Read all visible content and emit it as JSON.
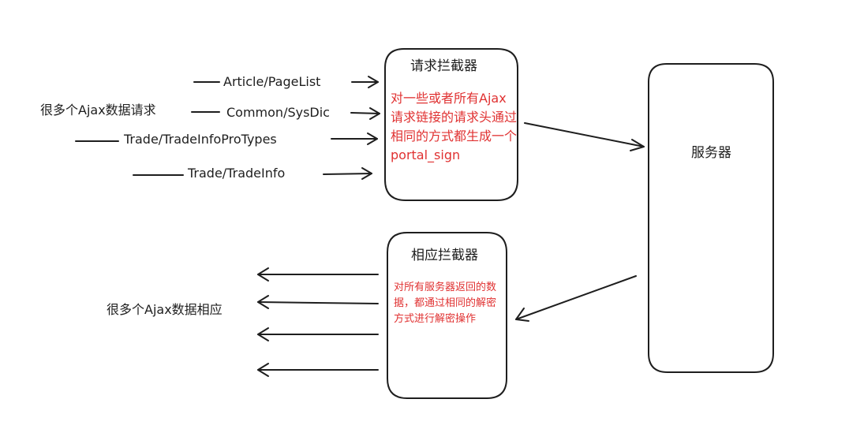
{
  "request_sources": {
    "label": "很多个Ajax数据请求",
    "urls": [
      "Article/PageList",
      "Common/SysDic",
      "Trade/TradeInfoProTypes",
      "Trade/TradeInfo"
    ]
  },
  "request_interceptor": {
    "title": "请求拦截器",
    "description": "对一些或者所有Ajax请求链接的请求头通过相同的方式都生成一个portal_sign"
  },
  "server": {
    "title": "服务器"
  },
  "response_interceptor": {
    "title": "相应拦截器",
    "description": "对所有服务器返回的数据，都通过相同的解密方式进行解密操作"
  },
  "response_targets": {
    "label": "很多个Ajax数据相应"
  },
  "colors": {
    "stroke": "#1e1e1e",
    "annotation": "#e03131",
    "background": "#ffffff"
  }
}
